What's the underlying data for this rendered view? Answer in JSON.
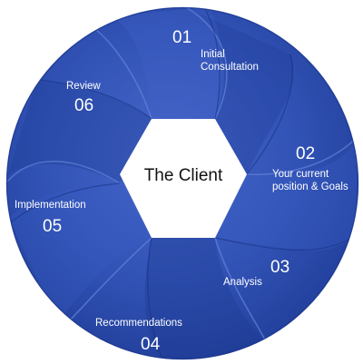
{
  "center": {
    "label": "The Client"
  },
  "steps": [
    {
      "number": "01",
      "label_lines": [
        "Initial",
        "Consultation"
      ]
    },
    {
      "number": "02",
      "label_lines": [
        "Your current",
        "position & Goals"
      ]
    },
    {
      "number": "03",
      "label_lines": [
        "Analysis"
      ]
    },
    {
      "number": "04",
      "label_lines": [
        "Recommendations"
      ]
    },
    {
      "number": "05",
      "label_lines": [
        "Implementation"
      ]
    },
    {
      "number": "06",
      "label_lines": [
        "Review"
      ]
    }
  ],
  "colors": {
    "ring": "#2f4fb0",
    "ring_dark": "#1f3a93",
    "ring_light": "#4a6ad0",
    "hexagon": "#ffffff",
    "text_on_ring": "#ffffff",
    "center_text": "#111111"
  }
}
